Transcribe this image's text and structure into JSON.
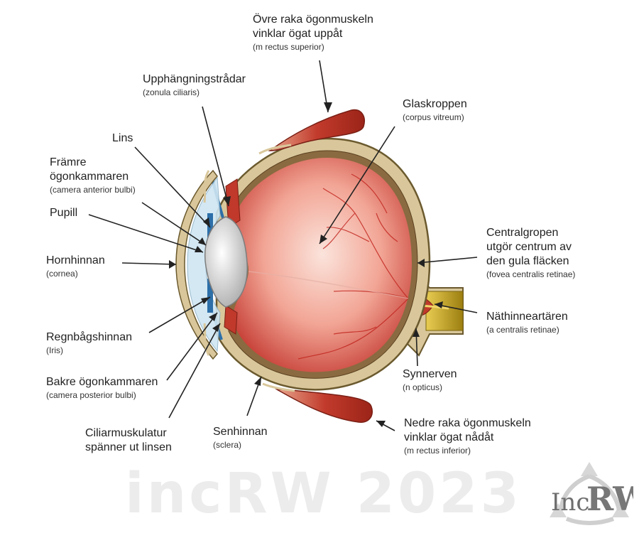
{
  "labels": {
    "superior_rectus": {
      "line1": "Övre raka ögonmuskeln",
      "line2": "vinklar ögat uppåt",
      "latin": "(m rectus superior)"
    },
    "zonula": {
      "line1": "Upphängningstrådar",
      "latin": "(zonula ciliaris)"
    },
    "lens": {
      "line1": "Lins"
    },
    "anterior_chamber": {
      "line1": "Främre",
      "line2": "ögonkammaren",
      "latin": "(camera anterior bulbi)"
    },
    "pupil": {
      "line1": "Pupill"
    },
    "cornea": {
      "line1": "Hornhinnan",
      "latin": "(cornea)"
    },
    "iris": {
      "line1": "Regnbågshinnan",
      "latin": "(Iris)"
    },
    "posterior_chamber": {
      "line1": "Bakre ögonkammaren",
      "latin": "(camera posterior bulbi)"
    },
    "ciliary_muscle": {
      "line1": "Ciliarmuskulatur",
      "line2": "spänner ut linsen"
    },
    "sclera": {
      "line1": "Senhinnan",
      "latin": "(sclera)"
    },
    "vitreous": {
      "line1": "Glaskroppen",
      "latin": "(corpus vitreum)"
    },
    "fovea": {
      "line1": "Centralgropen",
      "line2": "utgör centrum av",
      "line3": "den gula fläcken",
      "latin": "(fovea centralis retinae)"
    },
    "central_artery": {
      "line1": "Näthinneartären",
      "latin": "(a centralis retinae)"
    },
    "optic_nerve": {
      "line1": "Synnerven",
      "latin": "(n opticus)"
    },
    "inferior_rectus": {
      "line1": "Nedre raka ögonmuskeln",
      "line2": "vinklar ögat nådåt",
      "latin": "(m rectus inferior)"
    }
  },
  "watermark": "incRW 2023",
  "logo_text": {
    "part1": "Inc",
    "part2": "RW"
  },
  "colors": {
    "sclera": "#d9c79b",
    "sclera_edge": "#6b5a2e",
    "vitreous": "#f2b3a0",
    "vessel": "#c0201a",
    "muscle": "#c0392b",
    "nerve": "#d4b020",
    "lens": "#d8d8d8",
    "cornea": "#cfe6f2"
  }
}
